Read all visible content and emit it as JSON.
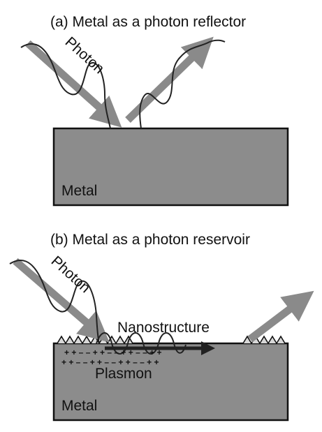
{
  "panel_a": {
    "title": "(a) Metal as a photon reflector",
    "photon_label": "Photon",
    "metal_label": "Metal"
  },
  "panel_b": {
    "title": "(b) Metal as a photon reservoir",
    "photon_label": "Photon",
    "nanostructure_label": "Nanostructure",
    "plasmon_label": "Plasmon",
    "metal_label": "Metal",
    "charge_row_top": "+ + – – + + – – + + – – + +",
    "charge_row_bottom": "+ + – – + + – – + + – – + +"
  },
  "colors": {
    "metal_fill": "#8c8c8c",
    "arrow": "#8a8a8a",
    "line": "#111111"
  }
}
